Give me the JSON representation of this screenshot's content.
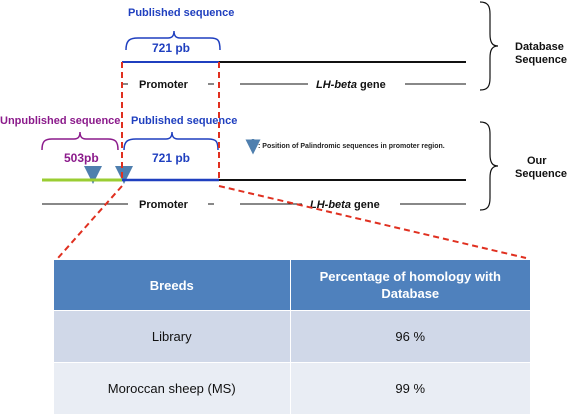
{
  "database": {
    "published_label": "Published sequence",
    "length_label": "721 pb",
    "promoter_label": "Promoter",
    "gene_name": "LH-beta",
    "gene_suffix": " gene",
    "group_label_line1": "Database",
    "group_label_line2": "Sequence"
  },
  "ours": {
    "unpublished_label": "Unpublished sequence",
    "unpublished_length": "503pb",
    "published_label": "Published sequence",
    "length_label": "721 pb",
    "promoter_label": "Promoter",
    "gene_name": "LH-beta",
    "gene_suffix": " gene",
    "group_label_line1": "Our",
    "group_label_line2": "Sequence"
  },
  "legend": {
    "note": ": Position of Palindromic sequences in promoter region."
  },
  "colors": {
    "published": "#1f3fbf",
    "unpublished": "#8b1a8b",
    "unpublished_segment": "#9acd32",
    "zoom_lines": "#e03020",
    "table_header": "#4f81bd",
    "arrow": "#4f7fae"
  },
  "table": {
    "headers": [
      "Breeds",
      "Percentage of homology with Database"
    ],
    "rows": [
      {
        "breed": "Library",
        "homology": "96 %"
      },
      {
        "breed": "Moroccan sheep (MS)",
        "homology": "99 %"
      }
    ]
  }
}
